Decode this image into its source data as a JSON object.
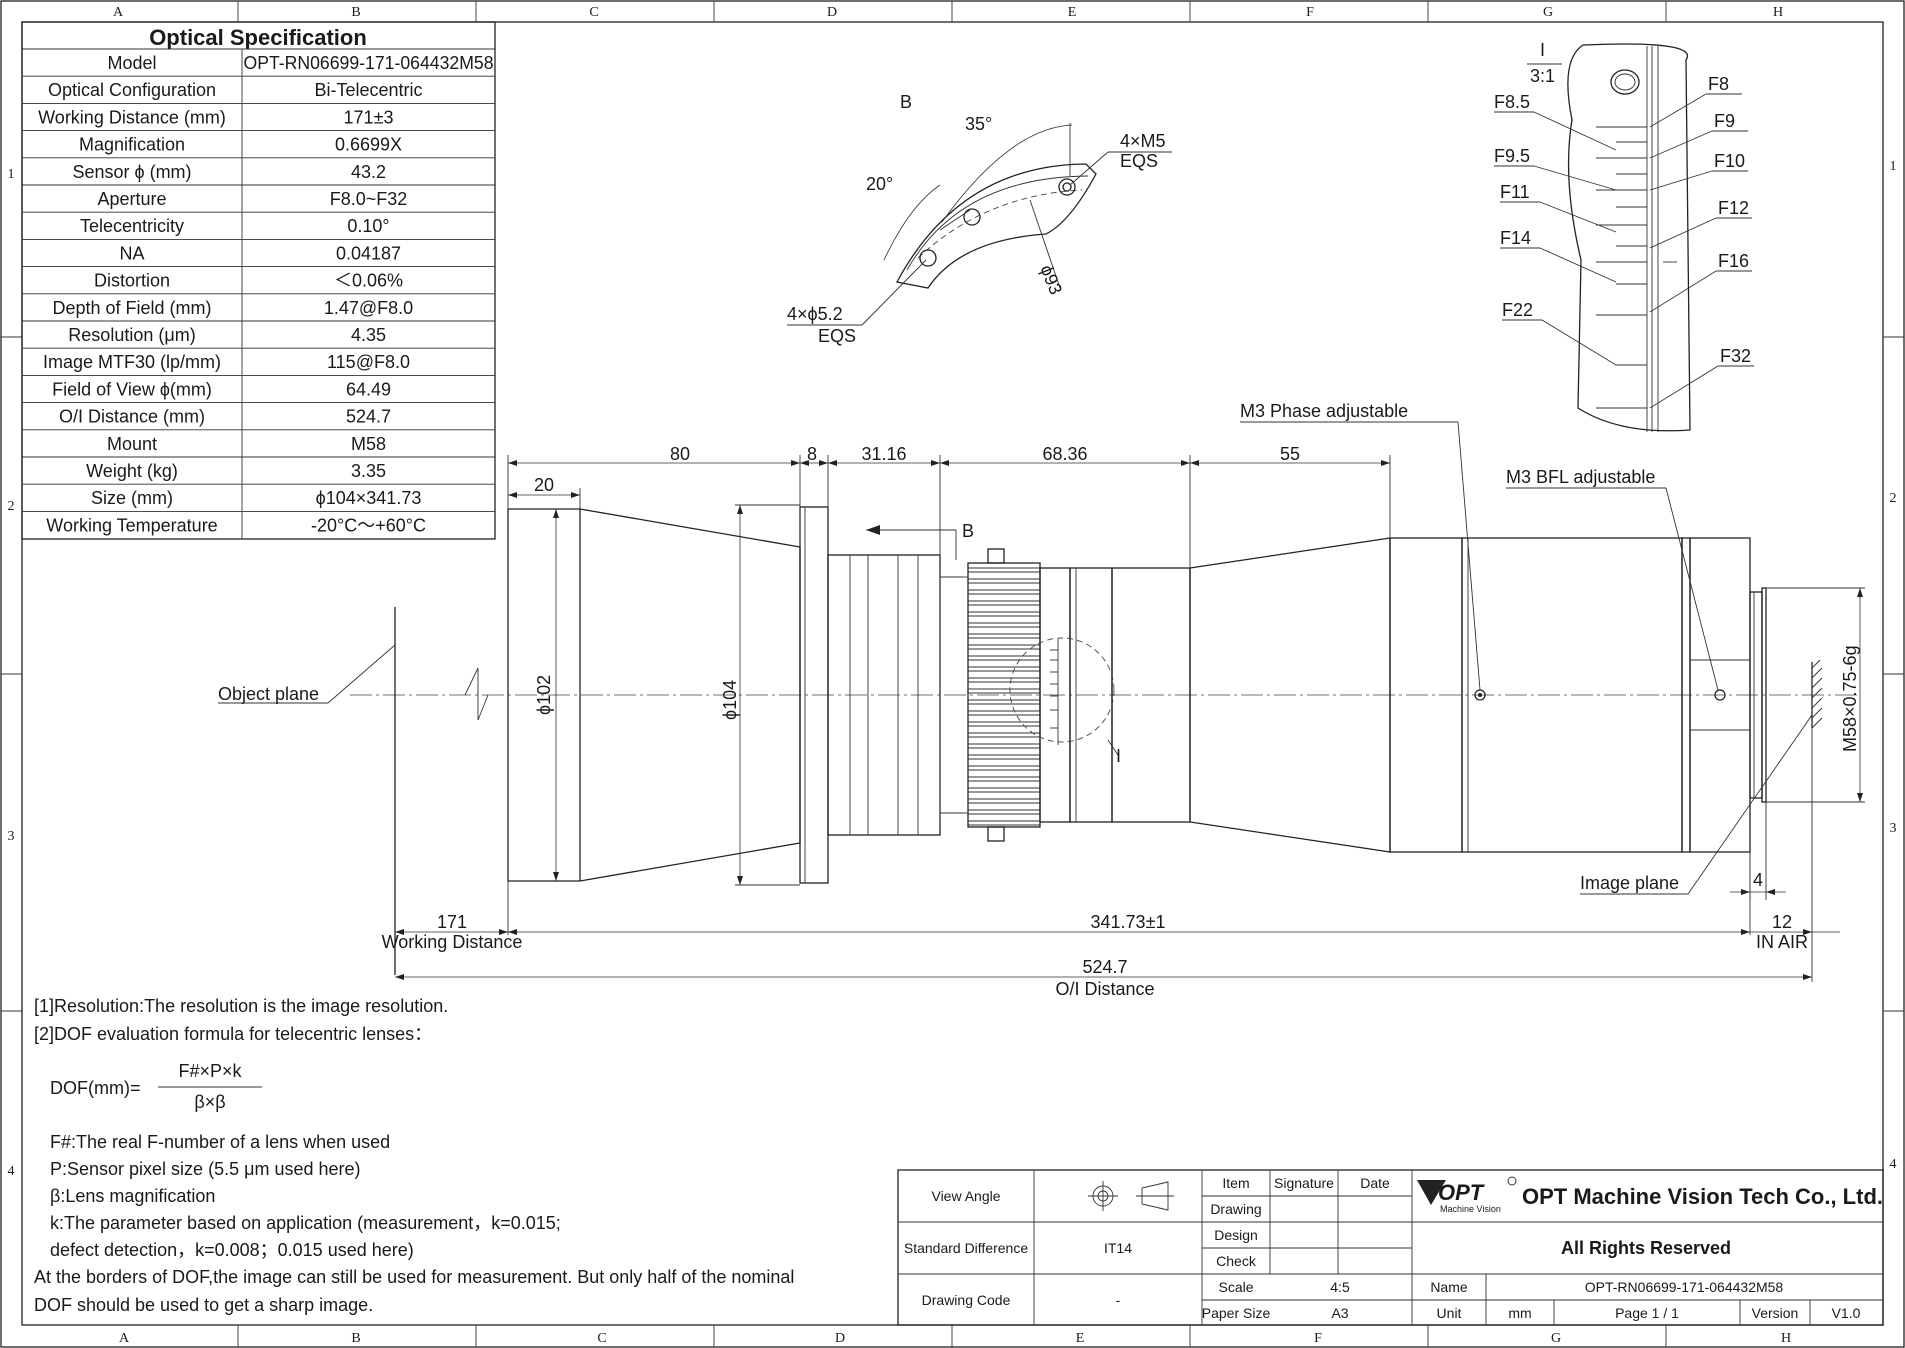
{
  "zones": {
    "columns": [
      "A",
      "B",
      "C",
      "D",
      "E",
      "F",
      "G",
      "H"
    ],
    "rows": [
      "1",
      "2",
      "3",
      "4"
    ]
  },
  "spec": {
    "title": "Optical Specification",
    "rows": [
      {
        "label": "Model",
        "value": "OPT-RN06699-171-064432M58"
      },
      {
        "label": "Optical Configuration",
        "value": "Bi-Telecentric"
      },
      {
        "label": "Working Distance (mm)",
        "value": "171±3"
      },
      {
        "label": "Magnification",
        "value": "0.6699X"
      },
      {
        "label": "Sensor ϕ (mm)",
        "value": "43.2"
      },
      {
        "label": "Aperture",
        "value": "F8.0~F32"
      },
      {
        "label": "Telecentricity",
        "value": "0.10°"
      },
      {
        "label": "NA",
        "value": "0.04187"
      },
      {
        "label": "Distortion",
        "value": "＜0.06%"
      },
      {
        "label": "Depth of Field (mm)",
        "value": "1.47@F8.0"
      },
      {
        "label": "Resolution (μm)",
        "value": "4.35"
      },
      {
        "label": "Image MTF30 (lp/mm)",
        "value": "115@F8.0"
      },
      {
        "label": "Field of View ϕ(mm)",
        "value": "64.49"
      },
      {
        "label": "O/I Distance (mm)",
        "value": "524.7"
      },
      {
        "label": "Mount",
        "value": "M58"
      },
      {
        "label": "Weight (kg)",
        "value": "3.35"
      },
      {
        "label": "Size (mm)",
        "value": "ϕ104×341.73"
      },
      {
        "label": "Working Temperature",
        "value": "-20°C～+60°C"
      }
    ]
  },
  "detail_b": {
    "label": "B",
    "angle_35": "35°",
    "angle_20": "20°",
    "holes_m5": "4×M5",
    "holes_m5_eqs": "EQS",
    "holes_52": "4×ϕ5.2",
    "holes_52_eqs": "EQS",
    "dia": "ϕ93"
  },
  "detail_i": {
    "label": "I",
    "scale": "3:1",
    "fstops_right": [
      "F8",
      "F9",
      "F10",
      "F12",
      "F16",
      "F32"
    ],
    "fstops_left": [
      "F8.5",
      "F9.5",
      "F11",
      "F14",
      "F22"
    ]
  },
  "main_view": {
    "phase_adjustable": "M3 Phase adjustable",
    "bfl_adjustable": "M3 BFL adjustable",
    "object_plane": "Object plane",
    "image_plane": "Image plane",
    "view_b": "B",
    "detail_i": "I",
    "dims_top": [
      "80",
      "8",
      "31.16",
      "68.36",
      "55"
    ],
    "dim_20": "20",
    "dia_102": "ϕ102",
    "dia_104": "ϕ104",
    "thread": "M58×0.75-6g",
    "dim_4": "4",
    "dim_171": "171",
    "working_distance": "Working Distance",
    "dim_length": "341.73±1",
    "dim_12": "12",
    "in_air": "IN AIR",
    "dim_total": "524.7",
    "oi_distance": "O/I Distance"
  },
  "notes": {
    "n1": "[1]Resolution:The resolution is  the image resolution.",
    "n2": "[2]DOF evaluation formula for telecentric lenses：",
    "formula_lhs": "DOF(mm)=",
    "formula_num": "F#×P×k",
    "formula_den": "β×β",
    "f_def": "F#:The real F-number of a lens when used",
    "p_def": "P:Sensor pixel size (5.5 μm used here)",
    "b_def": "β:Lens magnification",
    "k_def1": "k:The parameter based on application (measurement，k=0.015;",
    "k_def2": "defect detection，k=0.008；0.015 used here)",
    "border1": "At the borders of DOF,the image can still be used for measurement. But only half of the nominal",
    "border2": "DOF should be used to get a sharp image."
  },
  "title_block": {
    "view_angle": "View Angle",
    "standard_difference": "Standard Difference",
    "std_value": "IT14",
    "drawing_code": "Drawing Code",
    "code_value": "-",
    "item": "Item",
    "signature": "Signature",
    "date": "Date",
    "drawing": "Drawing",
    "design": "Design",
    "check": "Check",
    "scale": "Scale",
    "scale_value": "4:5",
    "paper_size": "Paper Size",
    "paper_value": "A3",
    "logo": "OPT",
    "logo_sub": "Machine Vision",
    "company": "OPT Machine Vision Tech Co., Ltd.",
    "rights": "All Rights Reserved",
    "name": "Name",
    "name_value": "OPT-RN06699-171-064432M58",
    "unit": "Unit",
    "unit_value": "mm",
    "page": "Page  1 / 1",
    "version": "Version",
    "version_value": "V1.0"
  }
}
